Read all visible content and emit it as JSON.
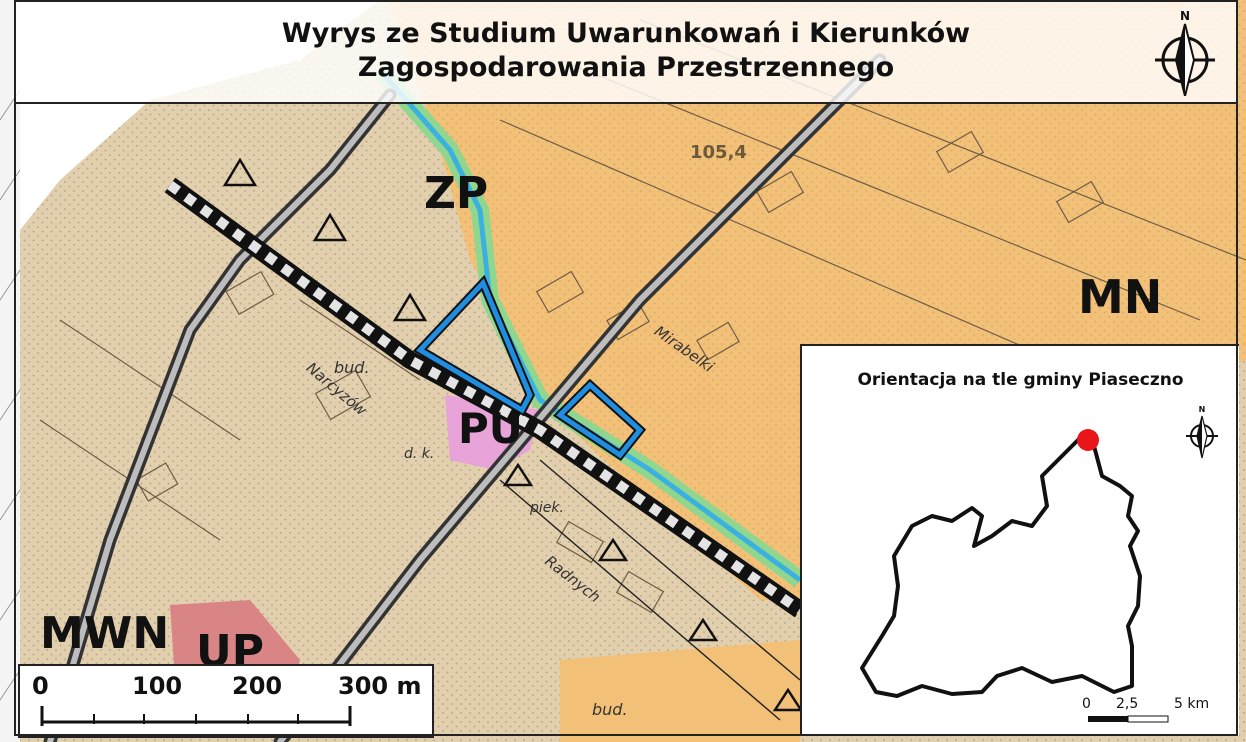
{
  "title": {
    "line1": "Wyrys ze Studium Uwarunkowań i Kierunków",
    "line2": "Zagospodarowania Przestrzennego"
  },
  "north_arrow": {
    "label": "N",
    "icon": "north-arrow-icon"
  },
  "zones": {
    "zp": "ZP",
    "mn": "MN",
    "pu": "PU",
    "mwn": "MWN",
    "up": "UP",
    "zp_top": "ZP"
  },
  "map_labels": {
    "elevation": "105,4",
    "street_mirabelki": "Mirabelki",
    "street_narcyzow": "Narcyzów",
    "street_radnych": "Radnych",
    "bud1": "bud.",
    "bud2": "bud.",
    "dk": "d. k.",
    "piek": "piek."
  },
  "scalebar": {
    "ticks": [
      "0",
      "100",
      "200",
      "300 m"
    ]
  },
  "inset": {
    "title": "Orientacja na tle gminy Piaseczno",
    "north_label": "N",
    "scale_ticks": [
      "0",
      "2,5",
      "5 km"
    ]
  },
  "colors": {
    "mn_zone": "#f3c078",
    "built_area": "#e2cfae",
    "pu_zone": "#e8a3d8",
    "up_zone": "#d98585",
    "water": "#3ab1e0",
    "green_strip": "#8fd68f",
    "parcel_outline": "#1f8de0",
    "location_marker": "#e8151b"
  }
}
